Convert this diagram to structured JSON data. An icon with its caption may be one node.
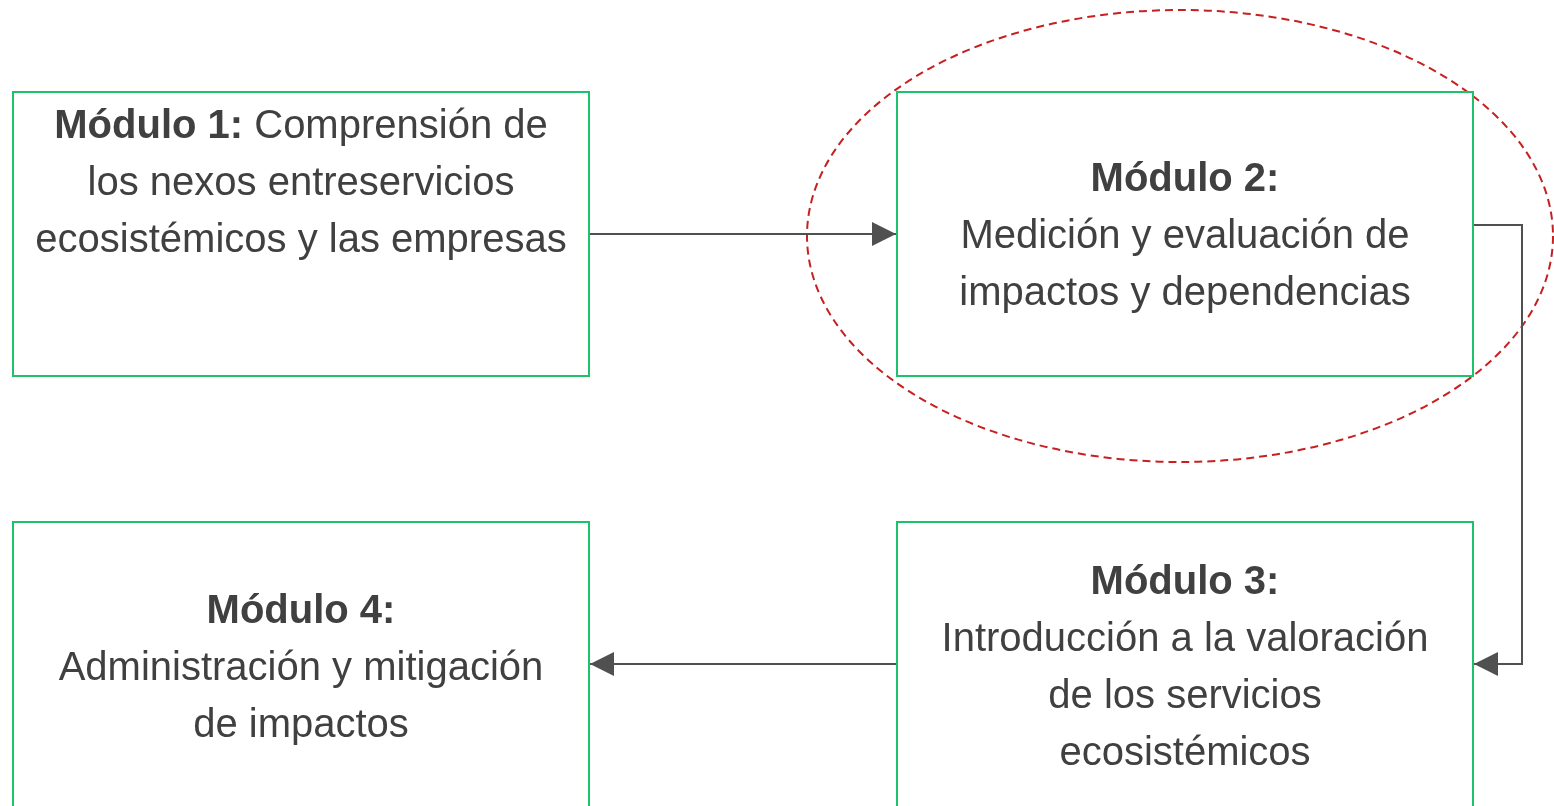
{
  "diagram": {
    "nodes": [
      {
        "text": [
          "**Módulo 1:** Comprensión de los nexos entreservicios ecosistémicos y las empresas"
        ]
      },
      {
        "text": [
          "Módulo 2:",
          "Medición y evaluación de impactos y dependencias"
        ]
      },
      {
        "text": [
          "Módulo 3:",
          "Introducción a la valoración de los servicios ecosistémicos"
        ]
      },
      {
        "text": [
          "Módulo 4:",
          "Administración y mitigación de impactos"
        ]
      }
    ],
    "edges": [
      {
        "from": 0,
        "to": 1,
        "arrow": "to"
      },
      {
        "from": 1,
        "to": 2,
        "arrow": "to"
      },
      {
        "from": 2,
        "to": 3,
        "arrow": "to"
      }
    ]
  }
}
